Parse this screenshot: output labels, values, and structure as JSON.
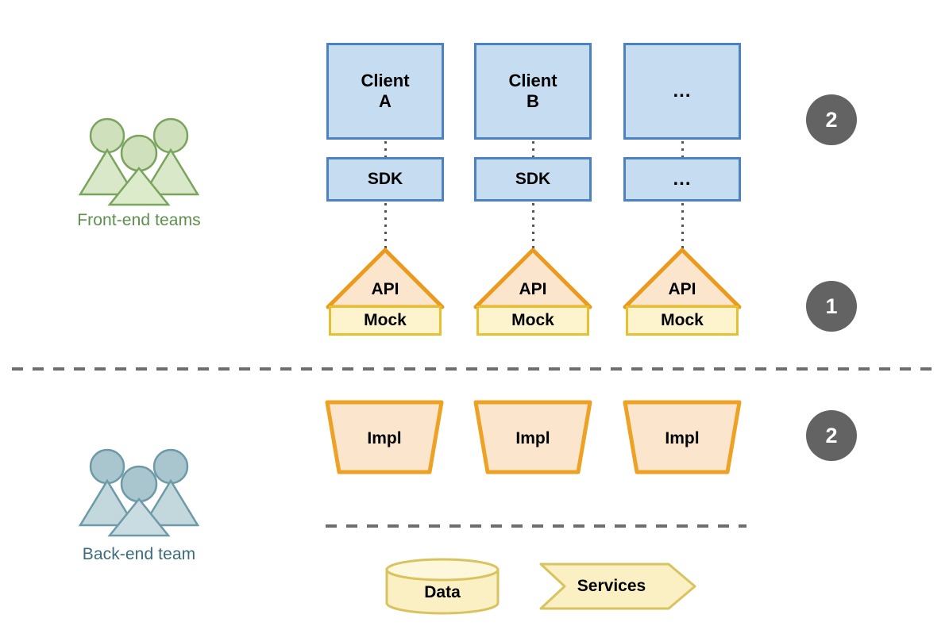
{
  "diagram": {
    "title": "Front-end / Back-end API contract layering diagram",
    "background": "#ffffff"
  },
  "teams": [
    {
      "id": "front-end",
      "label": "Front-end teams",
      "icon": "people-group-icon",
      "fill": "#cfe0bd",
      "stroke": "#7aa45e",
      "text_color": "#5f8f4e"
    },
    {
      "id": "back-end",
      "label": "Back-end team",
      "icon": "people-group-icon",
      "fill": "#c3d8dd",
      "stroke": "#6e9aa8",
      "text_color": "#3d6b7a"
    }
  ],
  "columns": [
    {
      "client": {
        "line1": "Client",
        "line2": "A"
      },
      "sdk": "SDK",
      "api": "API",
      "mock": "Mock",
      "impl": "Impl"
    },
    {
      "client": {
        "line1": "Client",
        "line2": "B"
      },
      "sdk": "SDK",
      "api": "API",
      "mock": "Mock",
      "impl": "Impl"
    },
    {
      "client": {
        "line1": "...",
        "line2": ""
      },
      "sdk": "...",
      "api": "API",
      "mock": "Mock",
      "impl": "Impl"
    }
  ],
  "backend_resources": [
    {
      "id": "data",
      "label": "Data",
      "shape": "cylinder"
    },
    {
      "id": "services",
      "label": "Services",
      "shape": "chevron-arrow"
    }
  ],
  "badges": [
    {
      "id": "badge-clients",
      "value": "2"
    },
    {
      "id": "badge-api-mock",
      "value": "1"
    },
    {
      "id": "badge-impl",
      "value": "2"
    }
  ],
  "colors": {
    "blue_fill": "#c6dcf0",
    "blue_stroke": "#4a82c4",
    "api_fill": "#fbe6cd",
    "api_stroke": "#eb9a1e",
    "mock_fill": "#fdf3cd",
    "mock_stroke": "#e5c033",
    "impl_fill": "#fbe6cd",
    "impl_stroke": "#eda226",
    "resource_fill": "#faf0c4",
    "resource_stroke": "#d9c35e",
    "badge_fill": "#636363",
    "badge_text": "#ffffff",
    "divider": "#6e6e6e",
    "connector_dot": "#555555"
  }
}
